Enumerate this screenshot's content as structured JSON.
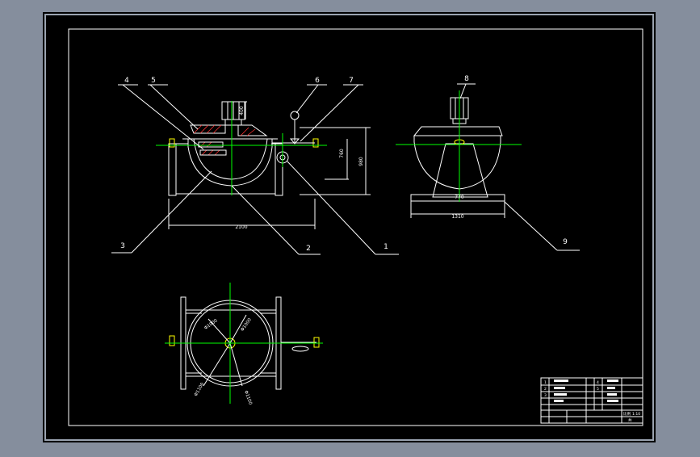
{
  "colors": {
    "workspace": "#858e9d",
    "sheet": "#000000",
    "line": "#ffffff",
    "center_line": "#00ff00",
    "part": "#ffff00",
    "rim": "#9aa3b0"
  },
  "callouts": [
    "4",
    "5",
    "6",
    "7",
    "8",
    "3",
    "2",
    "1",
    "9"
  ],
  "dimensions": {
    "front_width": "2100",
    "front_motor": "400",
    "front_inner": "760",
    "front_height": "980",
    "side_inner": "770",
    "side_base": "1310",
    "plan_d1": "Φ1000",
    "plan_d2": "Φ1000",
    "plan_d3": "Φ1100",
    "plan_d4": "Φ1100"
  },
  "title_block": {
    "scale_label": "比例",
    "scale_value": "1:10",
    "sheet_label": "共",
    "row_marks": [
      "1",
      "2",
      "3",
      "4",
      "5"
    ]
  }
}
